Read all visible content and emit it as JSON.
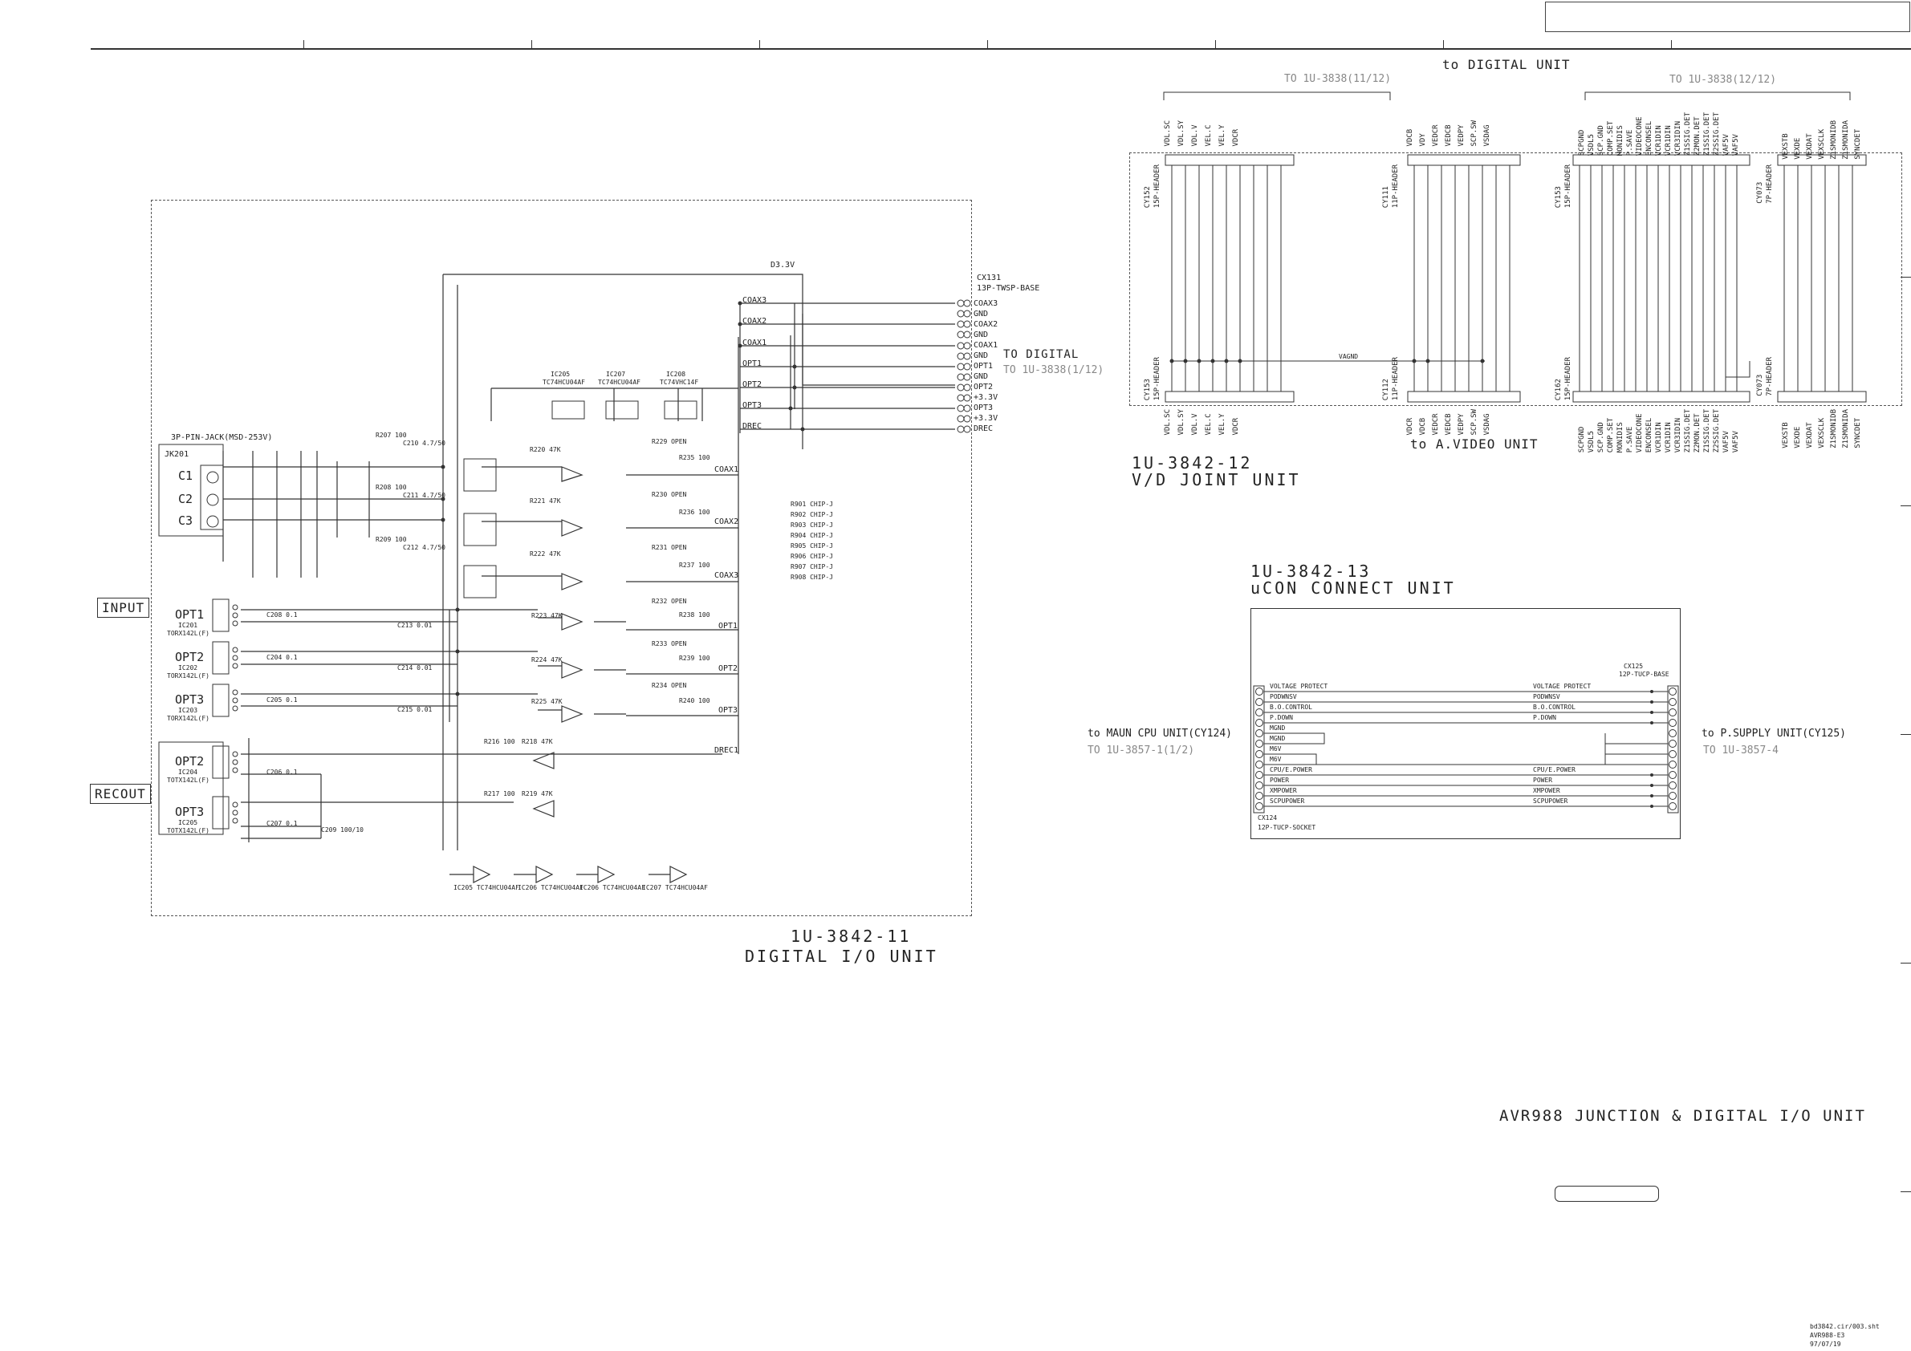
{
  "page": {
    "sheet_title": "AVR988 JUNCTION & DIGITAL I/O UNIT",
    "file_ref": [
      "bd3842.cir/003.sht",
      "AVR988-E3",
      "97/07/19"
    ]
  },
  "digital_io": {
    "part": "1U-3842-11",
    "name": "DIGITAL I/O UNIT",
    "input_label": "INPUT",
    "recout_label": "RECOUT",
    "supply": "D3.3V",
    "jack_label": "3P-PIN-JACK(MSD-253V)",
    "jack_ref": "JK201",
    "coax_inputs": [
      "C1",
      "C2",
      "C3"
    ],
    "opt_inputs": [
      {
        "name": "OPT1",
        "ic": "IC201",
        "part": "TORX142L(F)"
      },
      {
        "name": "OPT2",
        "ic": "IC202",
        "part": "TORX142L(F)"
      },
      {
        "name": "OPT3",
        "ic": "IC203",
        "part": "TORX142L(F)"
      }
    ],
    "opt_outputs": [
      {
        "name": "OPT2",
        "ic": "IC204",
        "part": "TOTX142L(F)"
      },
      {
        "name": "OPT3",
        "ic": "IC205",
        "part": "TOTX142L(F)"
      }
    ],
    "power_ics": [
      {
        "ref": "IC205",
        "part": "TC74HCU04AF"
      },
      {
        "ref": "IC207",
        "part": "TC74HCU04AF"
      },
      {
        "ref": "IC208",
        "part": "TC74VHC14F"
      }
    ],
    "connector": {
      "ref": "CX131",
      "type": "13P-TWSP-BASE"
    },
    "connector_pins": [
      "COAX3",
      "GND",
      "COAX2",
      "GND",
      "COAX1",
      "GND",
      "OPT1",
      "GND",
      "OPT2",
      "+3.3V",
      "OPT3",
      "+3.3V",
      "DREC"
    ],
    "bus_signals": [
      "COAX3",
      "COAX2",
      "COAX1",
      "OPT1",
      "OPT2",
      "OPT3",
      "DREC"
    ],
    "outputs": [
      "COAX1",
      "COAX2",
      "COAX3",
      "OPT1",
      "OPT2",
      "OPT3",
      "DREC1"
    ],
    "to_digital": "TO DIGITAL",
    "to_digital_ref": "TO 1U-3838(1/12)",
    "chip_list": [
      "R901 CHIP-J",
      "R902 CHIP-J",
      "R903 CHIP-J",
      "R904 CHIP-J",
      "R905 CHIP-J",
      "R906 CHIP-J",
      "R907 CHIP-J",
      "R908 CHIP-J"
    ],
    "resistors": [
      "R207 100",
      "R208 100",
      "R209 100",
      "C210 4.7/50",
      "C211 4.7/50",
      "C212 4.7/50",
      "R220 47K",
      "R221 47K",
      "R222 47K",
      "R223 47K",
      "R224 47K",
      "R225 47K",
      "R229 OPEN",
      "R230 OPEN",
      "R231 OPEN",
      "R232 OPEN",
      "R233 OPEN",
      "R234 OPEN",
      "R235 100",
      "R236 100",
      "R237 100",
      "R238 100",
      "R239 100",
      "R240 100",
      "C208 0.1",
      "C204 0.1",
      "C205 0.1",
      "C206 0.1",
      "C207 0.1",
      "C213 0.01",
      "C214 0.01",
      "C215 0.01",
      "C209 100/10",
      "R216 100",
      "R217 100",
      "R218 47K",
      "R219 47K"
    ],
    "bottom_ics": [
      "IC205 TC74HCU04AF",
      "IC206 TC74HCU04AF",
      "IC206 TC74HCU04AF",
      "IC207 TC74HCU04AF"
    ]
  },
  "vd_joint": {
    "part": "1U-3842-12",
    "name": "V/D JOINT UNIT",
    "top_title": "to DIGITAL UNIT",
    "left_ref": "TO 1U-3838(11/12)",
    "right_ref": "TO 1U-3838(12/12)",
    "bottom_title": "to A.VIDEO UNIT",
    "vagnd": "VAGND",
    "group1_top": {
      "ref": "CY152",
      "type": "15P-HEADER",
      "pins": [
        "VDL.SC",
        "VDL.SY",
        "VDL.V",
        "VEL.C",
        "VEL.Y",
        "VDCR"
      ]
    },
    "group1_bottom": {
      "ref": "CY153",
      "type": "15P-HEADER",
      "pins": [
        "VDL.SC",
        "VDL.SY",
        "VDL.V",
        "VEL.C",
        "VEL.Y",
        "VDCR"
      ]
    },
    "group2_top": {
      "ref": "CY111",
      "type": "11P-HEADER",
      "pins": [
        "VDCB",
        "VDY",
        "VEDCR",
        "VEDCB",
        "VEDPY",
        "SCP.SW",
        "VSDAG"
      ]
    },
    "group2_bottom": {
      "ref": "CY112",
      "type": "11P-HEADER",
      "pins": [
        "VDCR",
        "VDCB",
        "VEDCR",
        "VEDCB",
        "VEDPY",
        "SCP.SW",
        "VSDAG"
      ]
    },
    "group3_top": {
      "ref": "CY153",
      "type": "15P-HEADER",
      "pins": [
        "SCPGND",
        "VSDL5",
        "SCP.GND",
        "COMP.SET",
        "MONIDIS",
        "P.SAVE",
        "VIDEOCONE",
        "ENCONSEL",
        "VCR1DIN",
        "VCR1DIN",
        "VCR3IDIN",
        "Z1SSIG.DET",
        "Z2MON.DET",
        "Z1SSIG.DET",
        "Z2SSIG.DET",
        "VAF5V",
        "VAF5V"
      ]
    },
    "group3_bottom": {
      "ref": "CY162",
      "type": "15P-HEADER",
      "pins": [
        "SCPGND",
        "VSDL5",
        "SCP.GND",
        "COMP.SET",
        "MONIDIS",
        "P.SAVE",
        "VIDEOCONE",
        "ENCONSEL",
        "VCR1DIN",
        "VCR1DIN",
        "VCR3IDIN",
        "Z1SSIG.DET",
        "Z2MON.DET",
        "Z1SSIG.DET",
        "Z2SSIG.DET",
        "VAF5V",
        "VAF5V"
      ]
    },
    "group4_top": {
      "ref": "CY073",
      "type": "7P-HEADER",
      "pins": [
        "VEXSTB",
        "VEXDE",
        "VEXDAT",
        "VEXSCLK",
        "Z1SMONIDB",
        "Z1SMONIDA",
        "SYNCDET"
      ]
    },
    "group4_bottom": {
      "ref": "CY073",
      "type": "7P-HEADER",
      "pins": [
        "VEXSTB",
        "VEXDE",
        "VEXDAT",
        "VEXSCLK",
        "Z1SMONIDB",
        "Z1SMONIDA",
        "SYNCDET"
      ]
    }
  },
  "ucon": {
    "part": "1U-3842-13",
    "name": "uCON CONNECT UNIT",
    "left_to": "to MAUN CPU UNIT(CY124)",
    "left_ref": "TO 1U-3857-1(1/2)",
    "right_to": "to P.SUPPLY UNIT(CY125)",
    "right_ref": "TO 1U-3857-4",
    "top_connector": "CX125",
    "top_connector_type": "12P-TUCP-BASE",
    "bottom_connector": "CX124",
    "bottom_connector_type": "12P-TUCP-SOCKET",
    "left_signals": [
      "VOLTAGE PROTECT",
      "PODWNSV",
      "B.O.CONTROL",
      "P.DOWN",
      "MGND",
      "MGND",
      "M6V",
      "M6V",
      "CPU/E.POWER",
      "POWER",
      "XMPOWER",
      "SCPUPOWER"
    ],
    "right_signals": [
      "VOLTAGE PROTECT",
      "PODWNSV",
      "B.O.CONTROL",
      "P.DOWN",
      "",
      "",
      "",
      "",
      "CPU/E.POWER",
      "POWER",
      "XMPOWER",
      "SCPUPOWER"
    ]
  }
}
